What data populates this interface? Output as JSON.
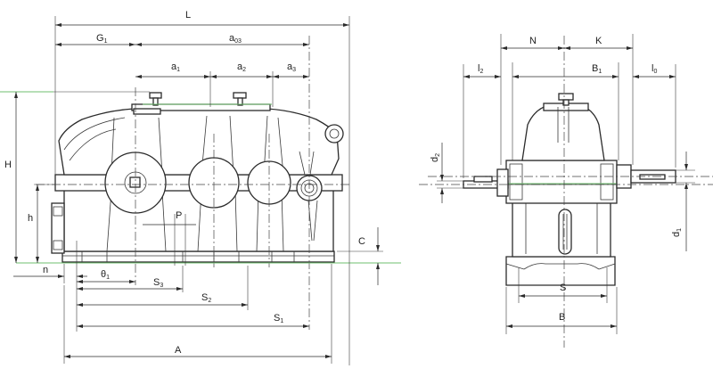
{
  "labels": {
    "L": "L",
    "G1": "G",
    "G1_sub": "1",
    "a03": "a",
    "a03_sub": "03",
    "a1": "a",
    "a1_sub": "1",
    "a2": "a",
    "a2_sub": "2",
    "a3": "a",
    "a3_sub": "3",
    "H": "H",
    "h": "h",
    "P": "P",
    "C": "C",
    "n": "n",
    "theta1": "θ",
    "theta1_sub": "1",
    "S3": "S",
    "S3_sub": "3",
    "S2": "S",
    "S2_sub": "2",
    "S1": "S",
    "S1_sub": "1",
    "A": "A",
    "N": "N",
    "K": "K",
    "l2": "l",
    "l2_sub": "2",
    "B1": "B",
    "B1_sub": "1",
    "l0": "l",
    "l0_sub": "0",
    "d2": "d",
    "d2_sub": "2",
    "d1": "d",
    "d1_sub": "1",
    "S": "S",
    "B": "B"
  }
}
